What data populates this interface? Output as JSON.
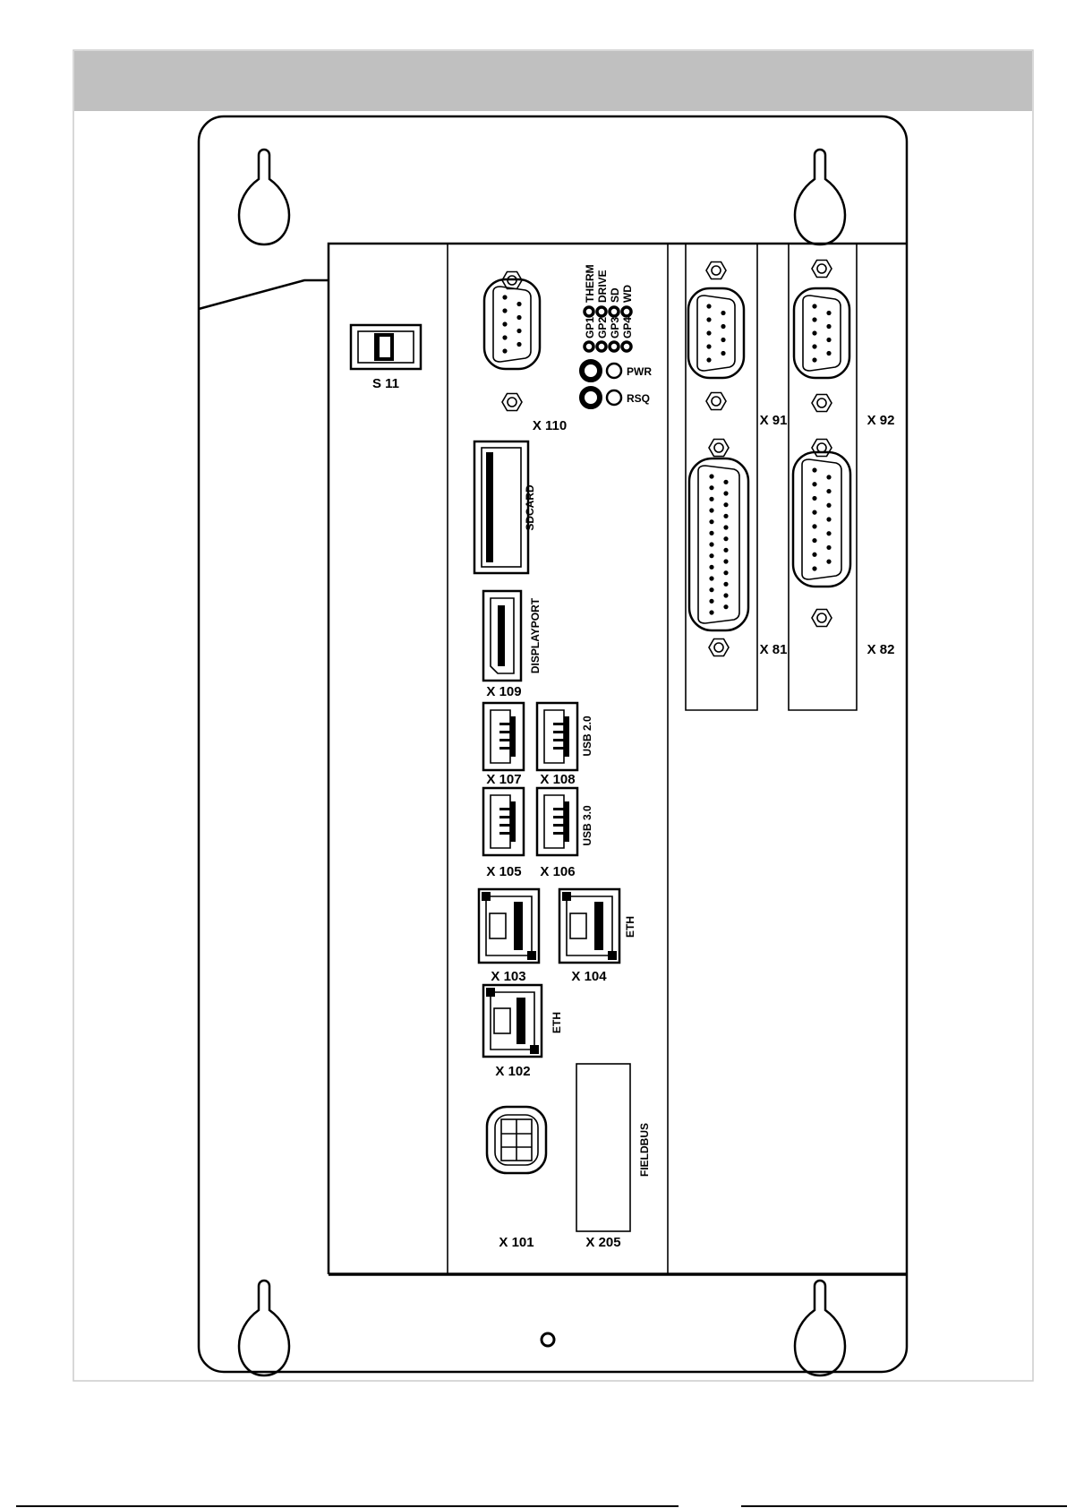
{
  "switch": {
    "label": "S 11"
  },
  "leds": {
    "gp": [
      "GP1",
      "GP2",
      "GP3",
      "GP4"
    ],
    "status": [
      "THERM",
      "DRIVE",
      "SD",
      "WD"
    ],
    "pwr": "PWR",
    "rsq": "RSQ"
  },
  "ports": {
    "x110": "X 110",
    "sdcard": "SDCARD",
    "displayport": "DISPLAYPORT",
    "x109": "X 109",
    "usb20": "USB 2.0",
    "x107": "X 107",
    "x108": "X 108",
    "usb30": "USB 3.0",
    "x105": "X 105",
    "x106": "X 106",
    "x103": "X 103",
    "x104": "X 104",
    "eth1": "ETH",
    "x102": "X 102",
    "eth2": "ETH",
    "x101": "X 101",
    "x205": "X 205",
    "fieldbus": "FIELDBUS",
    "x91": "X 91",
    "x92": "X 92",
    "x81": "X 81",
    "x82": "X 82"
  },
  "colors": {
    "header": "#c0c0c0",
    "line": "#000000",
    "frame": "#cccccc"
  }
}
